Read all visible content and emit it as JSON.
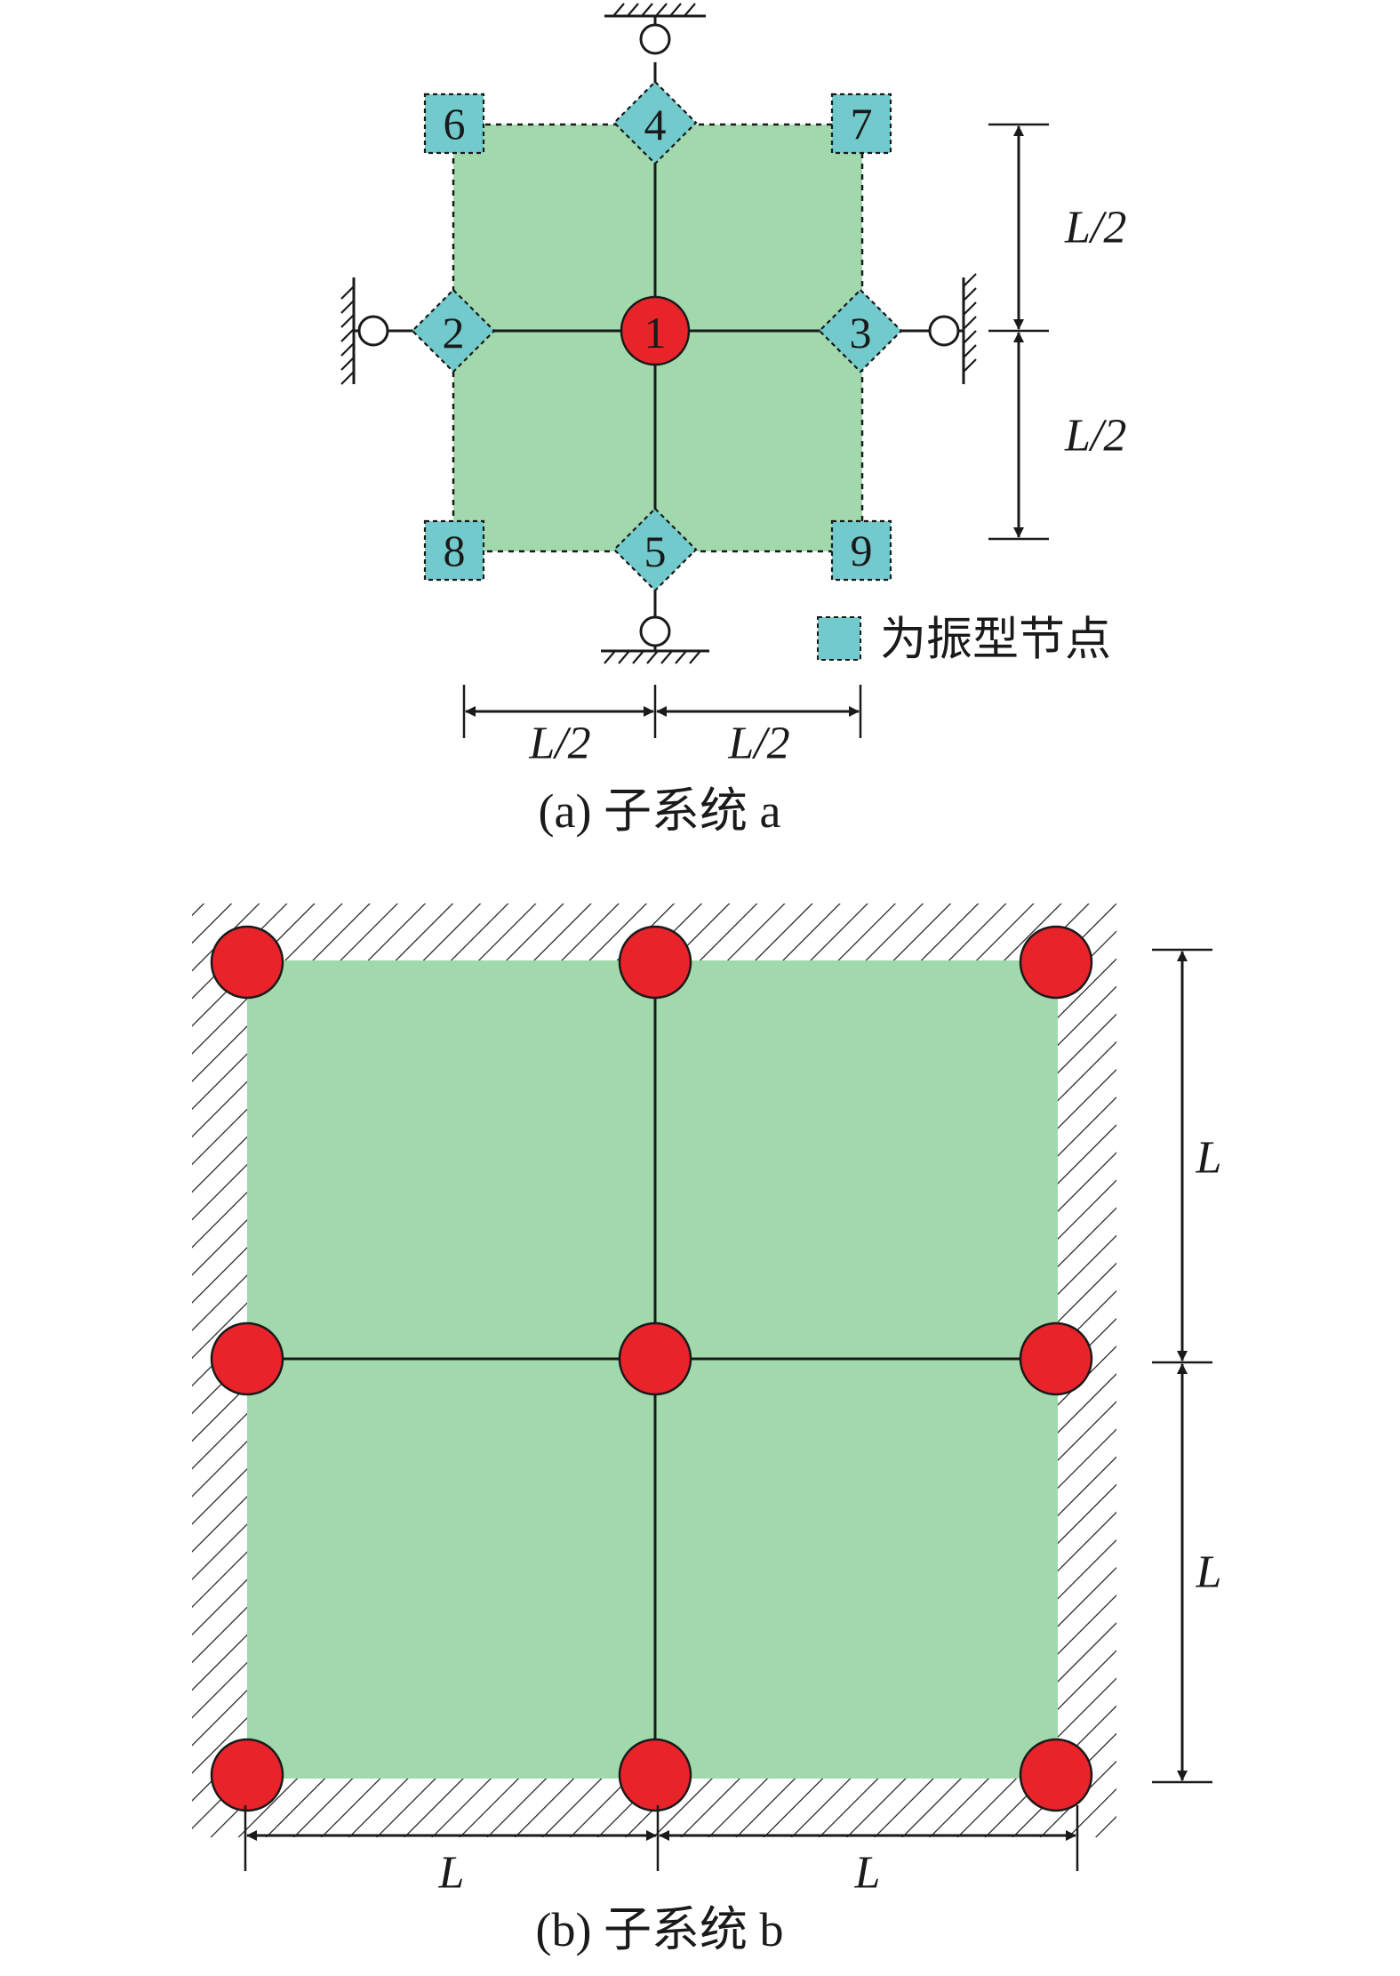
{
  "colors": {
    "plate": "#a2d9ac",
    "master_node": "#e8232a",
    "mode_node": "#72cacc",
    "line": "#1a1a1a"
  },
  "subsystem_a": {
    "caption": "(a) 子系统 a",
    "center_node": "1",
    "edge_nodes": [
      "2",
      "3",
      "4",
      "5"
    ],
    "corner_nodes": [
      "6",
      "7",
      "8",
      "9"
    ],
    "dim_horizontal": [
      "L/2",
      "L/2"
    ],
    "dim_vertical": [
      "L/2",
      "L/2"
    ],
    "legend_text": "为振型节点"
  },
  "subsystem_b": {
    "caption": "(b) 子系统 b",
    "dim_horizontal": [
      "L",
      "L"
    ],
    "dim_vertical": [
      "L",
      "L"
    ]
  }
}
